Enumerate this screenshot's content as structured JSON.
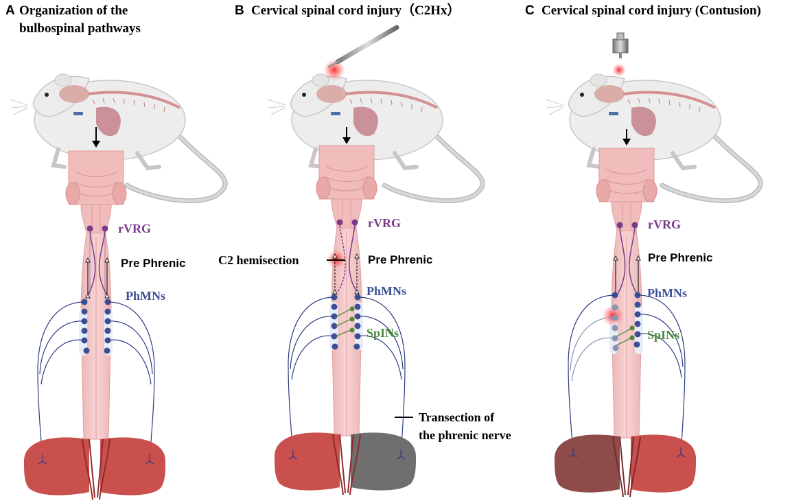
{
  "panels": [
    {
      "letter": "A",
      "title_line1": "Organization of the",
      "title_line2": "bulbospinal pathways",
      "labels": {
        "rvrg": "rVRG",
        "pre_phrenic": "Pre Phrenic",
        "phmns": "PhMNs"
      }
    },
    {
      "letter": "B",
      "title_line1": "Cervical spinal cord injury（C2Hx）",
      "labels": {
        "rvrg": "rVRG",
        "pre_phrenic": "Pre Phrenic",
        "phmns": "PhMNs",
        "spins": "SpINs",
        "c2_hemisection": "C2 hemisection",
        "transection_line1": "Transection of",
        "transection_line2": "the phrenic nerve"
      }
    },
    {
      "letter": "C",
      "title_line1": "Cervical spinal cord injury (Contusion)",
      "labels": {
        "rvrg": "rVRG",
        "pre_phrenic": "Pre Phrenic",
        "phmns": "PhMNs",
        "spins": "SpINs"
      }
    }
  ],
  "colors": {
    "rvrg": "#7a3b8c",
    "phmns": "#3c4f96",
    "spins": "#4a8a3c",
    "cord": "#f2c4c4",
    "diaphragm": "#c9504d",
    "diaphragm_paralyzed": "#6f6f6f",
    "injury": "#ff2a2a"
  },
  "icons": [
    "rat-icon",
    "scalpel-icon",
    "impactor-icon",
    "brainstem-icon",
    "spinal-cord-icon",
    "diaphragm-icon",
    "arrow-down-icon"
  ]
}
